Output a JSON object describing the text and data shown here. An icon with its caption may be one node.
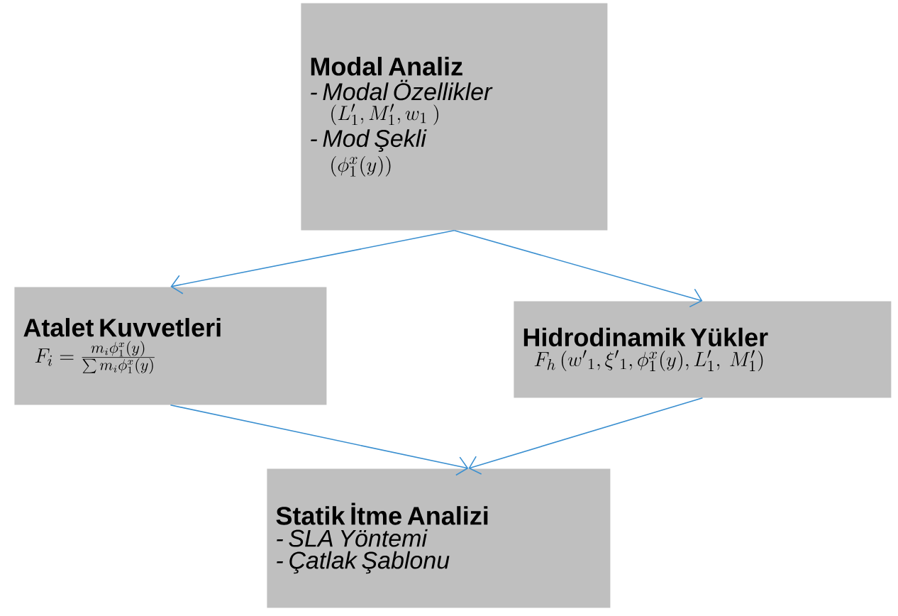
{
  "diagram": {
    "nodes": [
      {
        "text": [
          "Modal Analiz",
          "- Modal Özellikler",
          "(L'_1, M'_1, w_1\\ )",
          "- Mod Şekli",
          "(\\phi_1^x(y))"
        ]
      },
      {
        "text": [
          "Atalet Kuvvetleri",
          "F_i = \\frac{m_i\\phi_1^x(y)}{\\sum m_i\\phi_1^x(y)}"
        ]
      },
      {
        "text": [
          "Hidrodinamik Yükler",
          "F_h\\left(w'{}_1,\\xi'{}_1,\\phi_1^x(y),L'_1,\\ M'_1\\right)"
        ]
      },
      {
        "text": [
          "Statik İtme Analizi",
          "- SLA Yöntemi",
          "-  Çatlak Şablonu"
        ]
      }
    ],
    "edges": [
      {
        "from": 0,
        "to": 1,
        "arrow": "to"
      },
      {
        "from": 0,
        "to": 2,
        "arrow": "to"
      },
      {
        "from": 1,
        "to": 3,
        "arrow": "to"
      },
      {
        "from": 2,
        "to": 3,
        "arrow": "to"
      }
    ]
  }
}
